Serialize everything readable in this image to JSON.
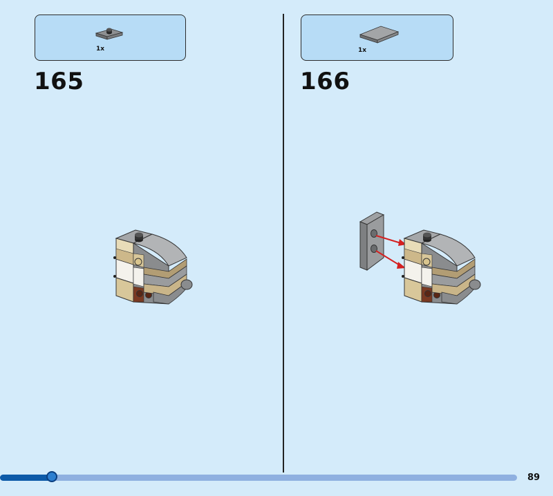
{
  "steps": [
    {
      "number": "165",
      "parts": [
        {
          "qty": "1x",
          "icon": "dark-gray-plate-with-center-stud"
        }
      ]
    },
    {
      "number": "166",
      "parts": [
        {
          "qty": "1x",
          "icon": "light-gray-tile"
        }
      ]
    }
  ],
  "page_number": "89",
  "progress": {
    "fraction": 0.1,
    "color_track": "#8fb0e0",
    "color_fill": "#0c5aa8"
  },
  "colors": {
    "background": "#d4ebfa",
    "parts_box": "#b7dcf6",
    "arrow": "#d42020"
  }
}
